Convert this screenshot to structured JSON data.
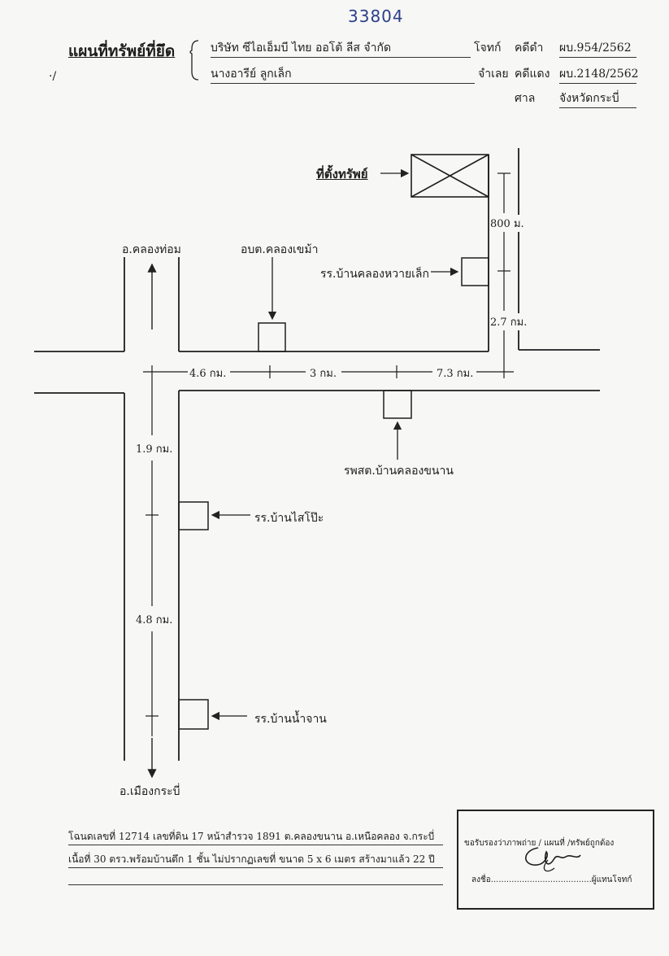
{
  "doc_number": "33804",
  "title": "แผนที่ทรัพย์ที่ยึด",
  "header": {
    "plaintiff_name": "บริษัท ซีไอเอ็มบี ไทย ออโต้ ลีส จำกัด",
    "plaintiff_label": "โจทก์",
    "black_case_label": "คดีดำ",
    "black_case_no": "ผบ.954/2562",
    "defendant_name": "นางอารีย์  ลูกเล็ก",
    "defendant_label": "จำเลย",
    "red_case_label": "คดีแดง",
    "red_case_no": "ผบ.2148/2562",
    "court_label": "ศาล",
    "court_name": "จังหวัดกระบี่"
  },
  "map": {
    "property_label": "ที่ตั้งทรัพย์",
    "north_road_label": "อ.คลองท่อม",
    "south_road_label": "อ.เมืองกระบี่",
    "sao_label": "อบต.คลองเขม้า",
    "school_label_1": "รร.บ้านคลองหวายเล็ก",
    "hospital_label": "รพสต.บ้านคลองขนาน",
    "school_label_2": "รร.บ้านไสโป๊ะ",
    "school_label_3": "รร.บ้านน้ำจาน",
    "dist_800m": "800 ม.",
    "dist_2_7": "2.7 กม.",
    "dist_4_6": "4.6 กม.",
    "dist_3": "3 กม.",
    "dist_7_3": "7.3 กม.",
    "dist_1_9": "1.9 กม.",
    "dist_4_8": "4.8 กม."
  },
  "footer": {
    "deed_line": "โฉนดเลขที่ 12714 เลขที่ดิน 17 หน้าสำรวจ 1891 ต.คลองขนาน อ.เหนือคลอง จ.กระบี่",
    "area_line": "เนื้อที่ 30 ตรว.พร้อมบ้านตึก 1 ชั้น ไม่ปรากฏเลขที่ ขนาด 5 x 6 เมตร สร้างมาแล้ว 22 ปี",
    "certify_text": "ขอรับรองว่าภาพถ่าย / แผนที่ /ทรัพย์ถูกต้อง",
    "sign_label": "ลงชื่อ.......................................ผู้แทนโจทก์"
  }
}
